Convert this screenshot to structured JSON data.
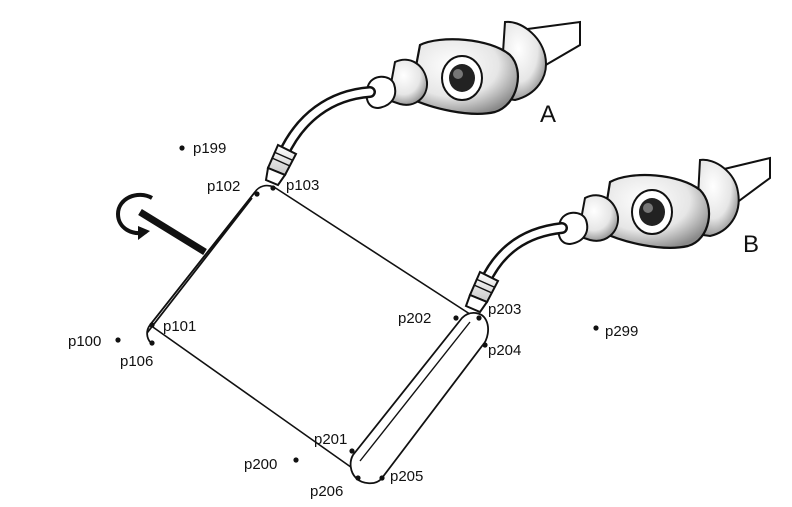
{
  "diagram": {
    "arms": [
      {
        "label": "A"
      },
      {
        "label": "B"
      }
    ],
    "points": [
      {
        "id": "p100",
        "label": "p100"
      },
      {
        "id": "p101",
        "label": "p101"
      },
      {
        "id": "p102",
        "label": "p102"
      },
      {
        "id": "p103",
        "label": "p103"
      },
      {
        "id": "p106",
        "label": "p106"
      },
      {
        "id": "p199",
        "label": "p199"
      },
      {
        "id": "p200",
        "label": "p200"
      },
      {
        "id": "p201",
        "label": "p201"
      },
      {
        "id": "p202",
        "label": "p202"
      },
      {
        "id": "p203",
        "label": "p203"
      },
      {
        "id": "p204",
        "label": "p204"
      },
      {
        "id": "p205",
        "label": "p205"
      },
      {
        "id": "p206",
        "label": "p206"
      },
      {
        "id": "p299",
        "label": "p299"
      }
    ],
    "colors": {
      "line": "#111111",
      "background": "#ffffff"
    },
    "icons": [
      "rotation-arrow-icon",
      "push-arrow-icon",
      "robot-arm-icon"
    ]
  }
}
